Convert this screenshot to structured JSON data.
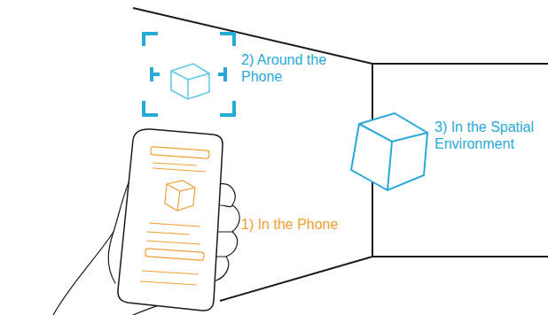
{
  "diagram": {
    "labels": [
      "2) Around the Phone",
      "3) In the Spatial Environment",
      "1) In the Phone"
    ]
  }
}
